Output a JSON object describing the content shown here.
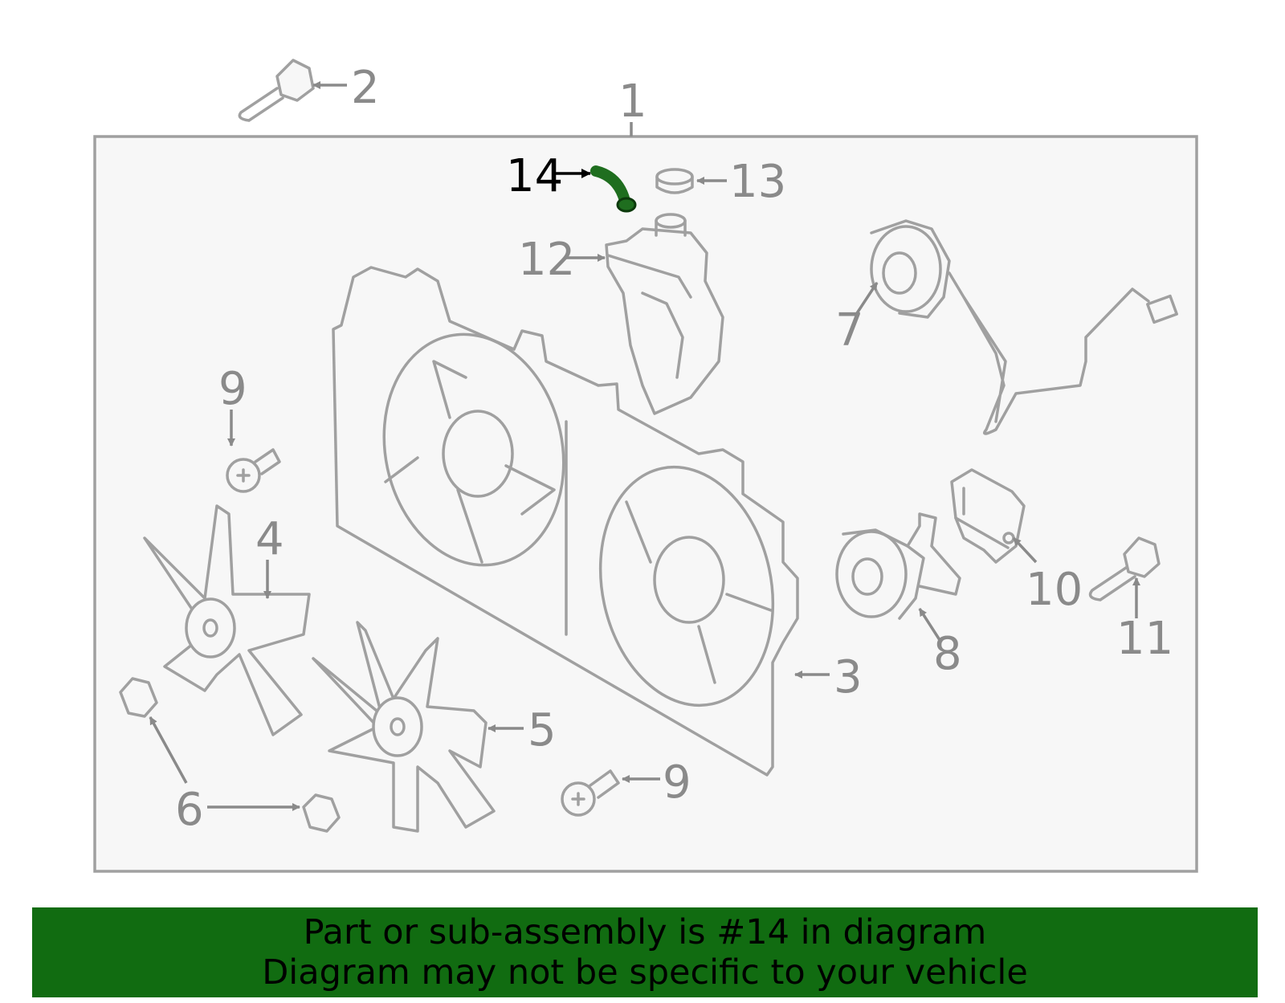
{
  "callouts": {
    "c1": "1",
    "c2": "2",
    "c3": "3",
    "c4": "4",
    "c5": "5",
    "c6": "6",
    "c7": "7",
    "c8": "8",
    "c9a": "9",
    "c9b": "9",
    "c10": "10",
    "c11": "11",
    "c12": "12",
    "c13": "13",
    "c14": "14"
  },
  "highlight": {
    "part": "14",
    "color": "#1f6e1f"
  },
  "banner": {
    "line1": "Part or sub-assembly is #14 in diagram",
    "line2": "Diagram may not be specific to your vehicle",
    "color": "#116c11"
  }
}
